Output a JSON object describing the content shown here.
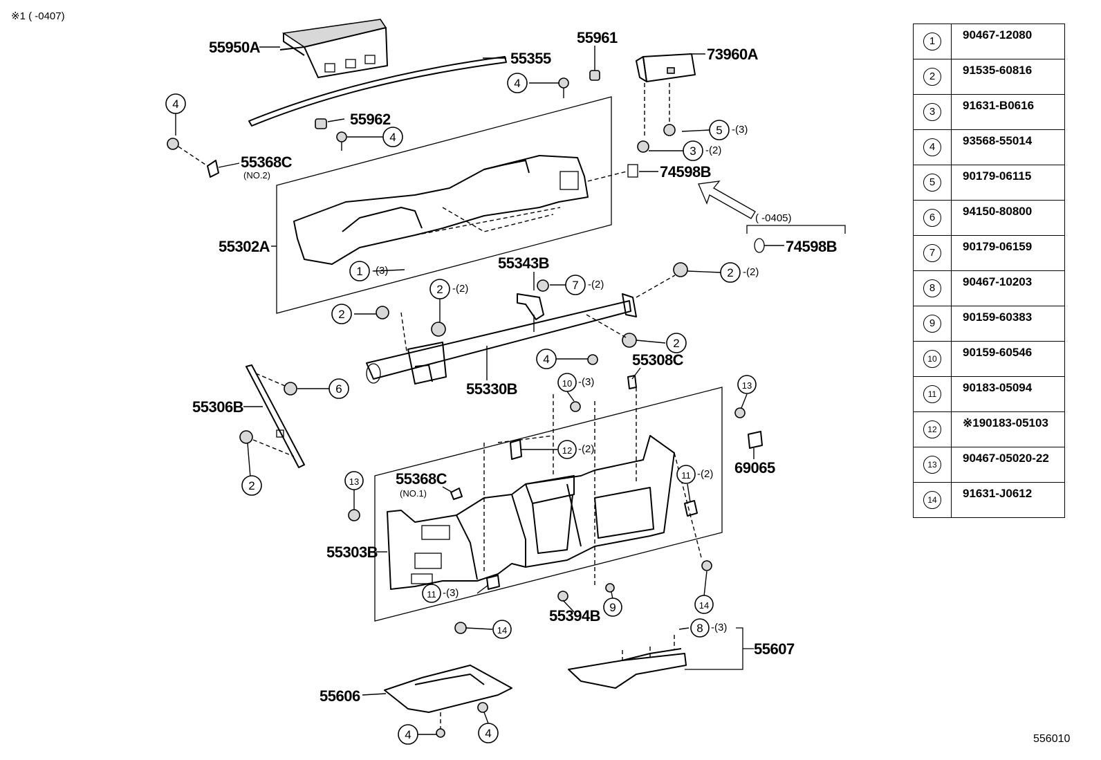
{
  "note": "※1 ( -0407)",
  "diagram_code": "556010",
  "part_labels": {
    "p55950A": "55950A",
    "p55355": "55355",
    "p55961": "55961",
    "p73960A": "73960A",
    "p55962": "55962",
    "p55368C_2": "55368C",
    "p55368C_2_sub": "(NO.2)",
    "p74598B": "74598B",
    "p55302A": "55302A",
    "range_0405": "( -0405)",
    "p74598B_b": "74598B",
    "p55343B": "55343B",
    "p55308C": "55308C",
    "p55330B": "55330B",
    "p55306B": "55306B",
    "p69065": "69065",
    "p55368C_1": "55368C",
    "p55368C_1_sub": "(NO.1)",
    "p55303B": "55303B",
    "p55394B": "55394B",
    "p55607": "55607",
    "p55606": "55606"
  },
  "qty": {
    "q_3": "-(3)",
    "q_2": "-(2)"
  },
  "legend": [
    {
      "index": "1",
      "part": "90467-12080"
    },
    {
      "index": "2",
      "part": "91535-60816"
    },
    {
      "index": "3",
      "part": "91631-B0616"
    },
    {
      "index": "4",
      "part": "93568-55014"
    },
    {
      "index": "5",
      "part": "90179-06115"
    },
    {
      "index": "6",
      "part": "94150-80800"
    },
    {
      "index": "7",
      "part": "90179-06159"
    },
    {
      "index": "8",
      "part": "90467-10203"
    },
    {
      "index": "9",
      "part": "90159-60383"
    },
    {
      "index": "10",
      "part": "90159-60546"
    },
    {
      "index": "11",
      "part": "90183-05094"
    },
    {
      "index": "12",
      "part": "※190183-05103"
    },
    {
      "index": "13",
      "part": "90467-05020-22"
    },
    {
      "index": "14",
      "part": "91631-J0612"
    }
  ],
  "callouts": {
    "c1": "1",
    "c2": "2",
    "c3": "3",
    "c4": "4",
    "c5": "5",
    "c6": "6",
    "c7": "7",
    "c8": "8",
    "c9": "9",
    "c10": "10",
    "c11": "11",
    "c12": "12",
    "c13": "13",
    "c14": "14"
  }
}
